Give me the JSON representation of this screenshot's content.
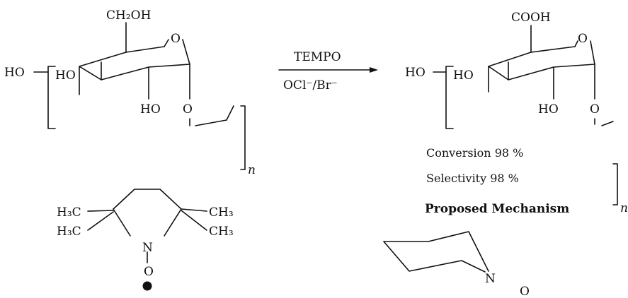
{
  "reactant": {
    "ch2oh": "CH₂OH",
    "ring_o": "O",
    "ho_left": "HO",
    "ho_ring": "HO",
    "ho_bottom": "HO",
    "glyco_o": "O",
    "repeat": "n"
  },
  "reaction": {
    "reagent_top": "TEMPO",
    "reagent_bottom": "OCl⁻/Br⁻"
  },
  "product": {
    "cooh": "COOH",
    "ring_o": "O",
    "ho_left": "HO",
    "ho_ring": "HO",
    "ho_bottom": "HO",
    "glyco_o": "O",
    "repeat": "n",
    "conversion": "Conversion 98 %",
    "selectivity": "Selectivity 98 %"
  },
  "mechanism_heading": "Proposed Mechanism",
  "tempo": {
    "h3c_top": "H₃C",
    "h3c_bottom": "H₃C",
    "ch3_top": "CH₃",
    "ch3_bottom": "CH₃",
    "n": "N",
    "o": "O"
  },
  "mechanism": {
    "n": "N",
    "o": "O"
  }
}
